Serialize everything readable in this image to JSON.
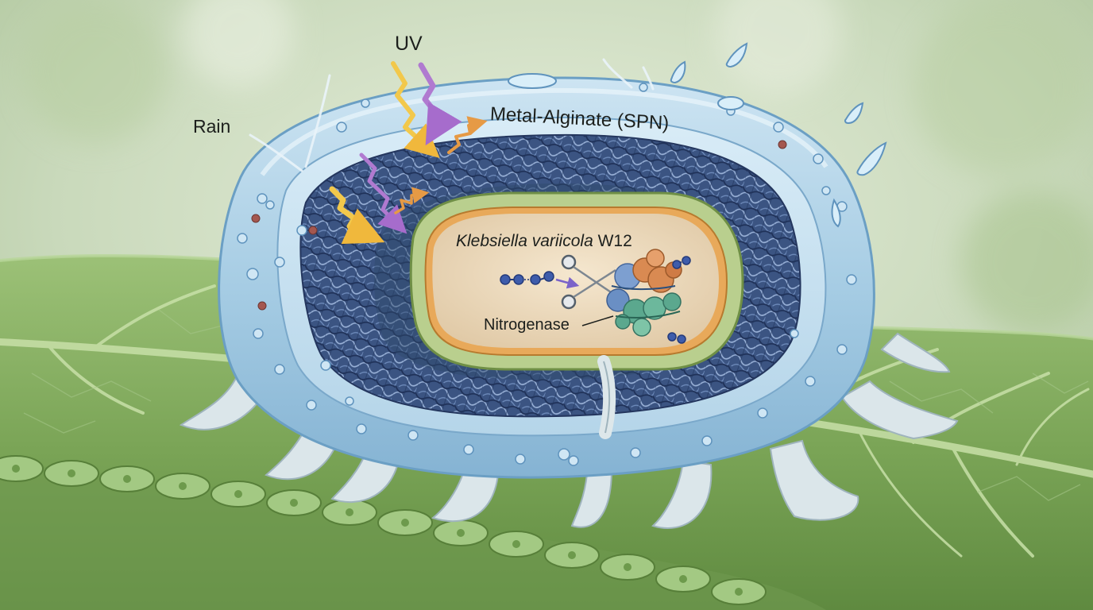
{
  "labels": {
    "uv": "UV",
    "rain": "Rain",
    "coating": "Metal-Alginate (SPN)",
    "bacterium_species": "Klebsiella variicola",
    "bacterium_strain": "W12",
    "enzyme": "Nitrogenase"
  },
  "icons": {
    "uv_rays": "uv-ray-arrows",
    "rain_drops": "water-droplets",
    "enzyme": "protein-complex",
    "scissors": "scissors-cleaving",
    "molecule": "n2-dumbbell-molecule"
  },
  "colors": {
    "background": "#cfdcc4",
    "leaf": "#7fa65d",
    "coating": "#a9cfe6",
    "network": "#2e4470",
    "cell_membrane": "#e3a04e",
    "cytoplasm": "#efdcbf",
    "uv_yellow": "#f2c84b",
    "uv_purple": "#b07ad0",
    "enzyme_orange": "#d98a52",
    "enzyme_green": "#5ba88e",
    "enzyme_blue": "#6a8fc4"
  }
}
